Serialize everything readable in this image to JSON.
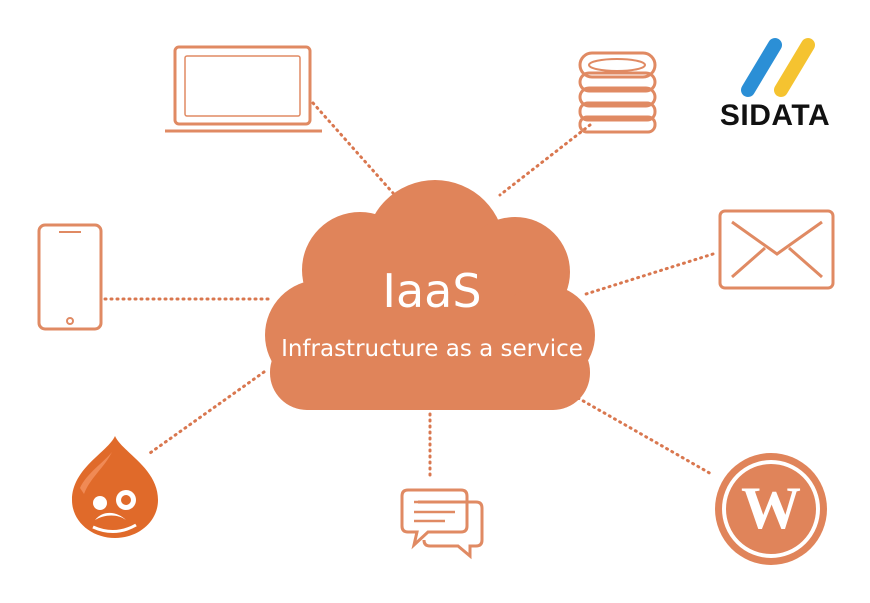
{
  "diagram": {
    "title": "IaaS",
    "subtitle": "Infrastructure as a service",
    "nodes": [
      {
        "id": "laptop",
        "icon": "laptop-icon"
      },
      {
        "id": "database",
        "icon": "database-icon"
      },
      {
        "id": "phone",
        "icon": "smartphone-icon"
      },
      {
        "id": "mail",
        "icon": "envelope-icon"
      },
      {
        "id": "drupal",
        "icon": "drupal-logo-icon"
      },
      {
        "id": "chat",
        "icon": "chat-bubbles-icon"
      },
      {
        "id": "wordpress",
        "icon": "wordpress-logo-icon"
      }
    ]
  },
  "logo": {
    "text": "SIDATA",
    "colors": {
      "blue": "#2b8fd6",
      "yellow": "#f5c330",
      "text": "#111111"
    }
  },
  "colors": {
    "cloud": "#e0845a",
    "icon_stroke": "#e08a63",
    "connector": "#d9774f",
    "drupal": "#e06a2a",
    "wordpress": "#e0845a"
  }
}
